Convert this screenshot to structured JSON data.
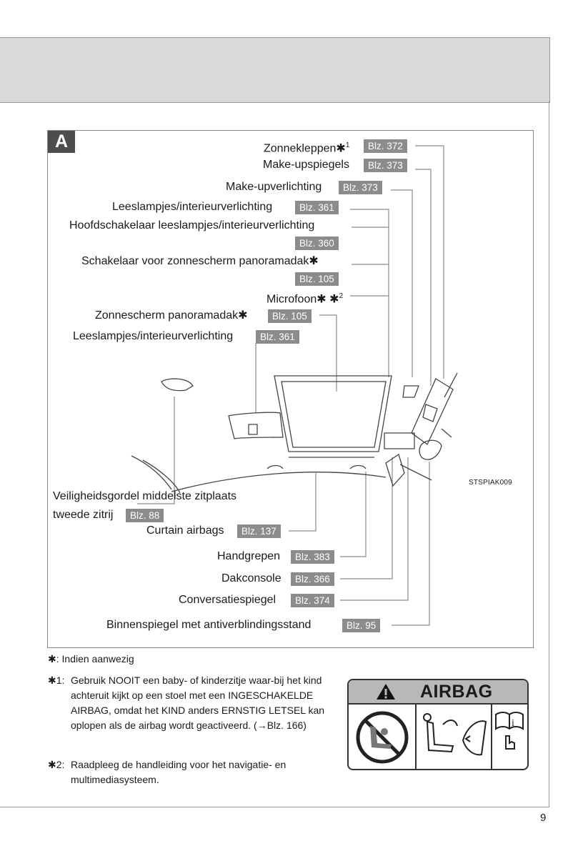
{
  "panel_label": "A",
  "callouts": {
    "zonnekleppen": {
      "label": "Zonnekleppen",
      "sup": "1",
      "ref": "Blz. 372"
    },
    "make_upspiegels": {
      "label": "Make-upspiegels",
      "ref": "Blz. 373"
    },
    "make_upverlichting": {
      "label": "Make-upverlichting",
      "ref": "Blz. 373"
    },
    "leeslampjes_1": {
      "label": "Leeslampjes/interieurverlichting",
      "ref": "Blz. 361"
    },
    "hoofdschakelaar": {
      "label": "Hoofdschakelaar leeslampjes/interieurverlichting",
      "ref": "Blz. 360"
    },
    "schakelaar_zonnescherm": {
      "label": "Schakelaar voor zonnescherm panoramadak✱",
      "ref": "Blz. 105"
    },
    "microfoon": {
      "label": "Microfoon✱",
      "sup": "2"
    },
    "zonnescherm": {
      "label": "Zonnescherm panoramadak✱",
      "ref": "Blz. 105"
    },
    "leeslampjes_2": {
      "label": "Leeslampjes/interieurverlichting",
      "ref": "Blz. 361"
    },
    "veiligheidsgordel_line1": "Veiligheidsgordel middelste zitplaats",
    "veiligheidsgordel_line2": "tweede zitrij",
    "veiligheidsgordel_ref": "Blz. 88",
    "curtain_airbags": {
      "label": "Curtain airbags",
      "ref": "Blz. 137"
    },
    "handgrepen": {
      "label": "Handgrepen",
      "ref": "Blz. 383"
    },
    "dakconsole": {
      "label": "Dakconsole",
      "ref": "Blz. 366"
    },
    "conversatiespiegel": {
      "label": "Conversatiespiegel",
      "ref": "Blz. 374"
    },
    "binnenspiegel": {
      "label": "Binnenspiegel met antiverblindingsstand",
      "ref": "Blz. 95"
    }
  },
  "image_code": "STSPIAK009",
  "notes": {
    "star_symbol": "✱",
    "star_text": ": Indien aanwezig",
    "n1_symbol": "✱1:",
    "n1_text": "Gebruik NOOIT een baby- of kinderzitje waar-bij het kind achteruit kijkt op een stoel met een INGESCHAKELDE AIRBAG, omdat het KIND anders ERNSTIG LETSEL kan oplopen als de airbag wordt geactiveerd. (→Blz. 166)",
    "n2_symbol": "✱2:",
    "n2_text": "Raadpleeg de handleiding voor het navigatie- en multimediasysteem."
  },
  "warning_label": {
    "title": "AIRBAG",
    "icons": [
      "warning-triangle-icon",
      "no-rear-facing-seat-icon",
      "airbag-deploy-icon",
      "read-manual-icon"
    ]
  },
  "page_number": "9"
}
